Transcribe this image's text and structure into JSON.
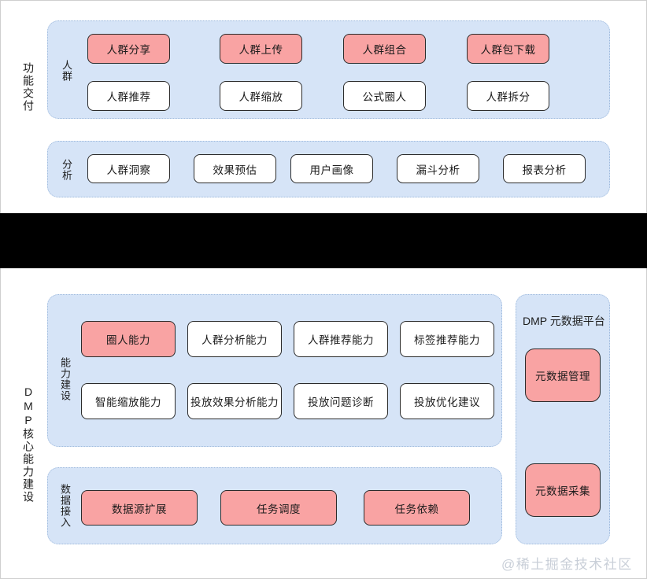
{
  "colors": {
    "panel_fill": "#d6e4f7",
    "panel_border": "#9cb8dc",
    "chip_pink": "#f9a3a3",
    "chip_white": "#ffffff",
    "chip_border": "#2b2b2b",
    "band_black": "#000000",
    "watermark": "#c9cfd8"
  },
  "sections": {
    "delivery": {
      "rail_label": "功能交付",
      "groups": {
        "crowd": {
          "label": "人群",
          "row1": [
            {
              "label": "人群分享",
              "style": "pink"
            },
            {
              "label": "人群上传",
              "style": "pink"
            },
            {
              "label": "人群组合",
              "style": "pink"
            },
            {
              "label": "人群包下载",
              "style": "pink"
            }
          ],
          "row2": [
            {
              "label": "人群推荐",
              "style": "white"
            },
            {
              "label": "人群缩放",
              "style": "white"
            },
            {
              "label": "公式圈人",
              "style": "white"
            },
            {
              "label": "人群拆分",
              "style": "white"
            }
          ]
        },
        "analysis": {
          "label": "分析",
          "row1": [
            {
              "label": "人群洞察",
              "style": "white"
            },
            {
              "label": "效果预估",
              "style": "white"
            },
            {
              "label": "用户画像",
              "style": "white"
            },
            {
              "label": "漏斗分析",
              "style": "white"
            },
            {
              "label": "报表分析",
              "style": "white"
            }
          ]
        }
      }
    },
    "core": {
      "rail_label": "DMP核心能力建设",
      "groups": {
        "capability": {
          "label": "能力建设",
          "row1": [
            {
              "label": "圈人能力",
              "style": "pink"
            },
            {
              "label": "人群分析能力",
              "style": "white"
            },
            {
              "label": "人群推荐能力",
              "style": "white"
            },
            {
              "label": "标签推荐能力",
              "style": "white"
            }
          ],
          "row2": [
            {
              "label": "智能缩放能力",
              "style": "white"
            },
            {
              "label": "投放效果分析能力",
              "style": "white"
            },
            {
              "label": "投放问题诊断",
              "style": "white"
            },
            {
              "label": "投放优化建议",
              "style": "white"
            }
          ]
        },
        "data_access": {
          "label": "数据接入",
          "row1": [
            {
              "label": "数据源扩展",
              "style": "pink"
            },
            {
              "label": "任务调度",
              "style": "pink"
            },
            {
              "label": "任务依赖",
              "style": "pink"
            }
          ]
        },
        "metadata": {
          "title": "DMP 元数据平台",
          "items": [
            {
              "label": "元数据管理",
              "style": "pink"
            },
            {
              "label": "元数据采集",
              "style": "pink"
            }
          ]
        }
      }
    }
  },
  "watermark": "@稀土掘金技术社区"
}
